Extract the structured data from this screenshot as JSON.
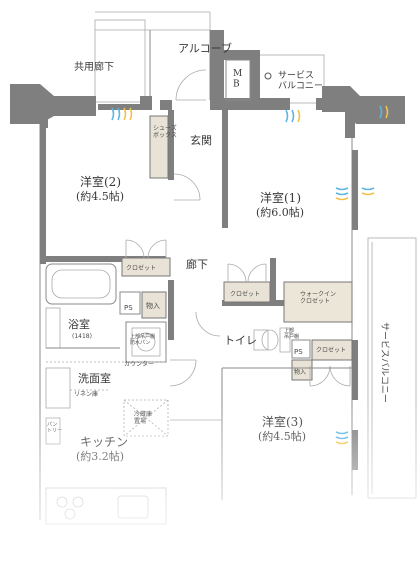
{
  "rooms": {
    "alcove": "アルコーブ",
    "common_corridor": "共用廊下",
    "mb": "M\nB",
    "service_balcony_top": "サービス\nバルコニー",
    "shoes_box": "シューズ\nボックス",
    "entrance": "玄関",
    "western2_name": "洋室(2)",
    "western2_size": "(約4.5帖)",
    "western1_name": "洋室(1)",
    "western1_size": "(約6.0帖)",
    "closet": "クロゼット",
    "corridor": "廊下",
    "ps": "PS",
    "storage": "物入",
    "walkin_closet": "ウォークイン\nクロゼット",
    "bathroom": "浴室",
    "bathroom_size": "(1418)",
    "toilet": "トイレ",
    "dryer": "上部吊戸棚\n防水パン",
    "counter": "カウンター",
    "washroom": "洗面室",
    "linen": "リネン庫",
    "fridge": "冷蔵庫\n置場",
    "pantry": "パン\nトリー",
    "kitchen_name": "キッチン",
    "kitchen_size": "(約3.2帖)",
    "western3_name": "洋室(3)",
    "western3_size": "(約4.5帖)",
    "service_balcony_side": "サービスバルコニー",
    "toilet_shelf": "上部\n吊戸棚"
  },
  "colors": {
    "wall": "#7f7f7f",
    "closet_fill": "#e8e3d6",
    "wic_fill": "#ece6d8",
    "air_blue": "#5db5e0",
    "air_yellow": "#f1c24a"
  }
}
